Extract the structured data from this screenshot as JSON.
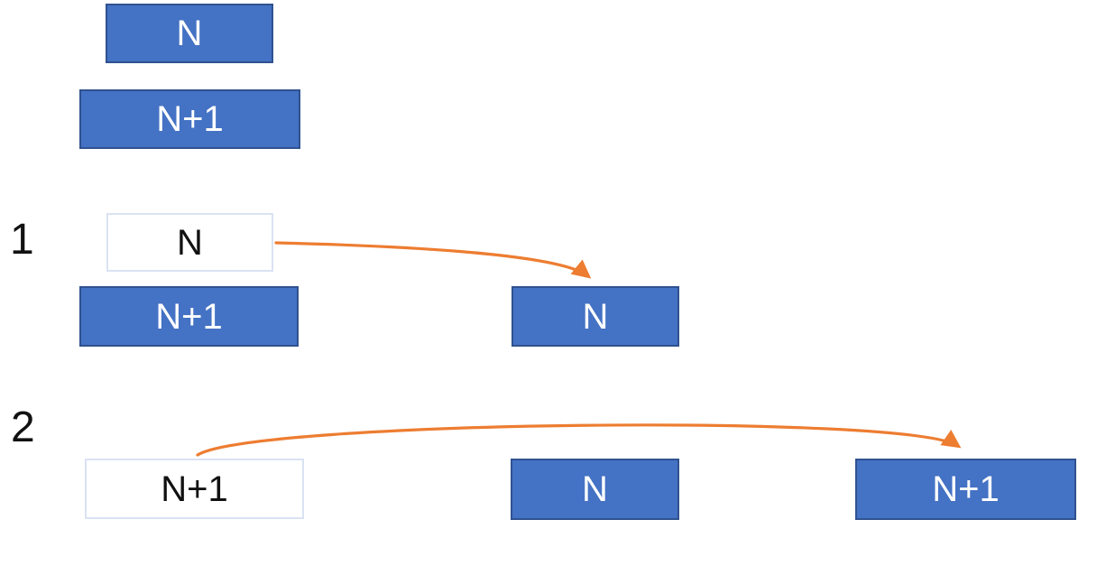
{
  "colors": {
    "box_fill": "#4472C4",
    "box_border": "#2F528F",
    "empty_fill": "#FFFFFF",
    "empty_border": "#DAE3F3",
    "arrow_color": "#ED7D31",
    "text_light": "#FFFFFF",
    "text_dark": "#111111",
    "bg": "#FFFFFF"
  },
  "diagram": {
    "rows": [
      {
        "label": "",
        "boxes": [
          {
            "text": "N",
            "style": "solid"
          },
          {
            "text": "N+1",
            "style": "solid"
          }
        ]
      },
      {
        "label": "1",
        "boxes": [
          {
            "text": "N",
            "style": "empty"
          },
          {
            "text": "N+1",
            "style": "solid"
          },
          {
            "text": "N",
            "style": "solid"
          }
        ]
      },
      {
        "label": "2",
        "boxes": [
          {
            "text": "N+1",
            "style": "empty"
          },
          {
            "text": "N",
            "style": "solid"
          },
          {
            "text": "N+1",
            "style": "solid"
          }
        ]
      }
    ],
    "arrows": [
      {
        "from": "step-1 vacated box N",
        "to": "step-1 relocated box N"
      },
      {
        "from": "step-2 vacated box N+1",
        "to": "step-2 relocated box N+1"
      }
    ]
  }
}
